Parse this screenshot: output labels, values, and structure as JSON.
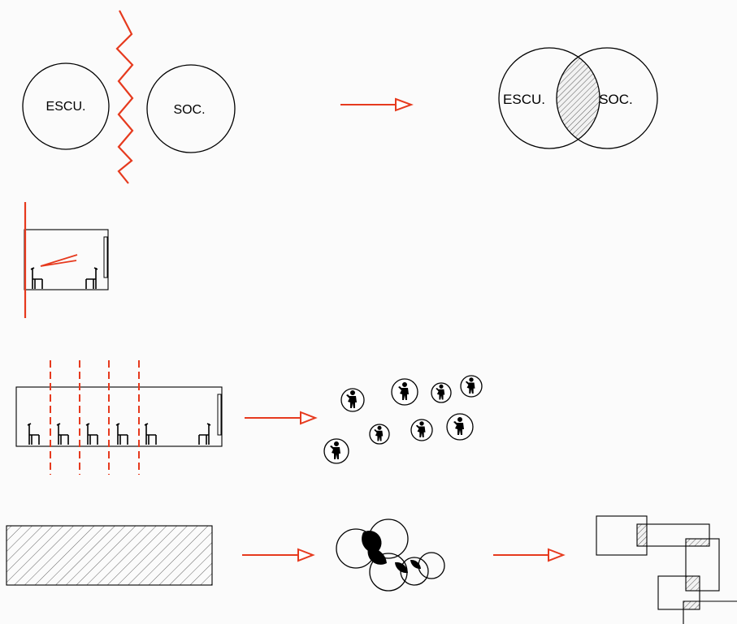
{
  "labels": {
    "left_school": "ESCU.",
    "left_society": "SOC.",
    "right_school": "ESCU.",
    "right_society": "SOC."
  },
  "colors": {
    "accent_red": "#e63a1e",
    "line": "#000000",
    "background": "#fbfbfb"
  },
  "icons": [
    "chair-icon",
    "person-figure-icon",
    "arrow-right-icon"
  ]
}
